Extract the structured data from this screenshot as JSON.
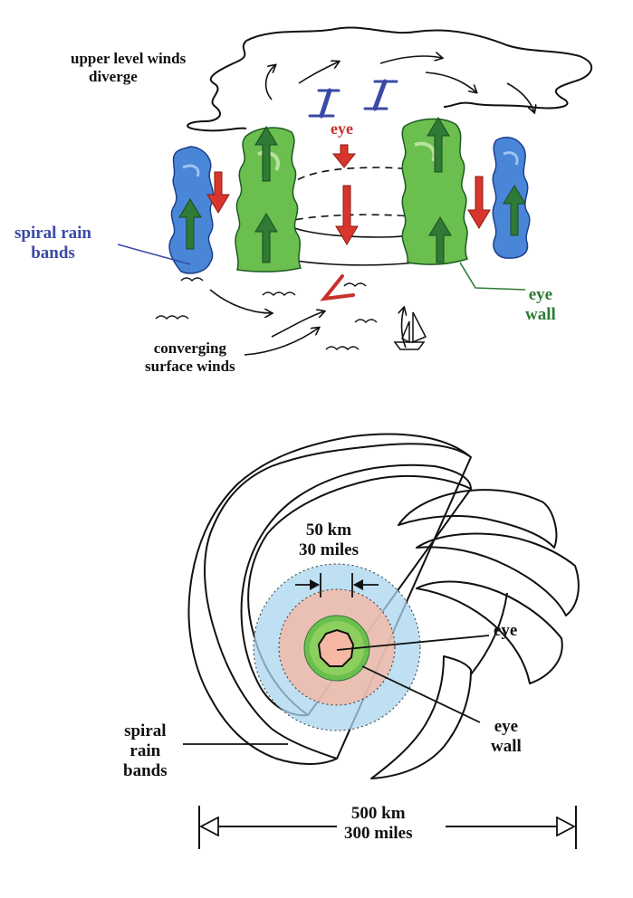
{
  "top_diagram": {
    "upper_winds_line1": "upper level winds",
    "upper_winds_line2": "diverge",
    "eye": "eye",
    "spiral_line1": "spiral rain",
    "spiral_line2": "bands",
    "eyewall_line1": "eye",
    "eyewall_line2": "wall",
    "converging_line1": "converging",
    "converging_line2": "surface winds"
  },
  "bottom_diagram": {
    "eye_size_km": "50 km",
    "eye_size_miles": "30 miles",
    "eye": "eye",
    "eyewall_line1": "eye",
    "eyewall_line2": "wall",
    "spiral_line1": "spiral",
    "spiral_line2": "rain",
    "spiral_line3": "bands",
    "width_km": "500 km",
    "width_miles": "300 miles"
  },
  "colors": {
    "rain_band_blue": "#4a86d8",
    "eyewall_green": "#6bbf4e",
    "arrow_red": "#d8362c",
    "arrow_green": "#2f7a35",
    "eye_pink": "#f6b8a4",
    "outer_blue": "#a9d6ef"
  }
}
